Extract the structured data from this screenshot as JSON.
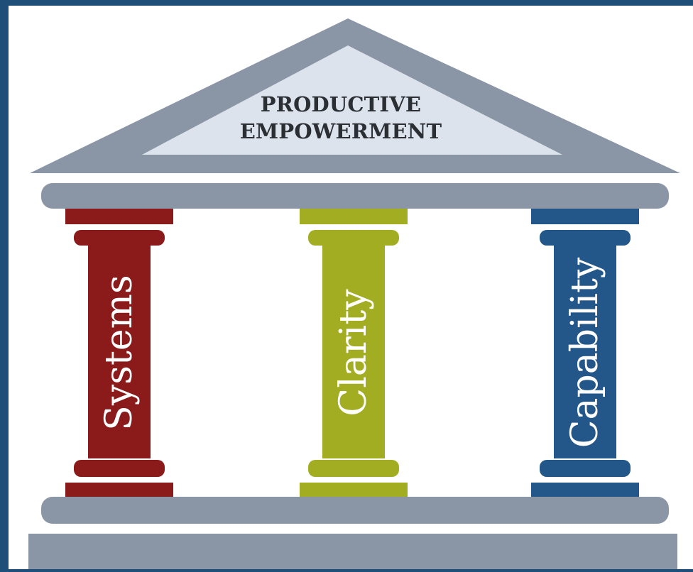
{
  "title": {
    "line1": "PRODUCTIVE",
    "line2": "EMPOWERMENT"
  },
  "pillars": [
    {
      "label": "Systems",
      "color": "#8b1a1b",
      "icon": "column"
    },
    {
      "label": "Clarity",
      "color": "#a2ad22",
      "icon": "column"
    },
    {
      "label": "Capability",
      "color": "#23578a",
      "icon": "column"
    }
  ],
  "colors": {
    "frame": "#1f4e79",
    "background": "#ffffff",
    "stone": "#8a95a5",
    "pediment_inner": "#dce3ec",
    "title_text": "#2b2e33"
  }
}
